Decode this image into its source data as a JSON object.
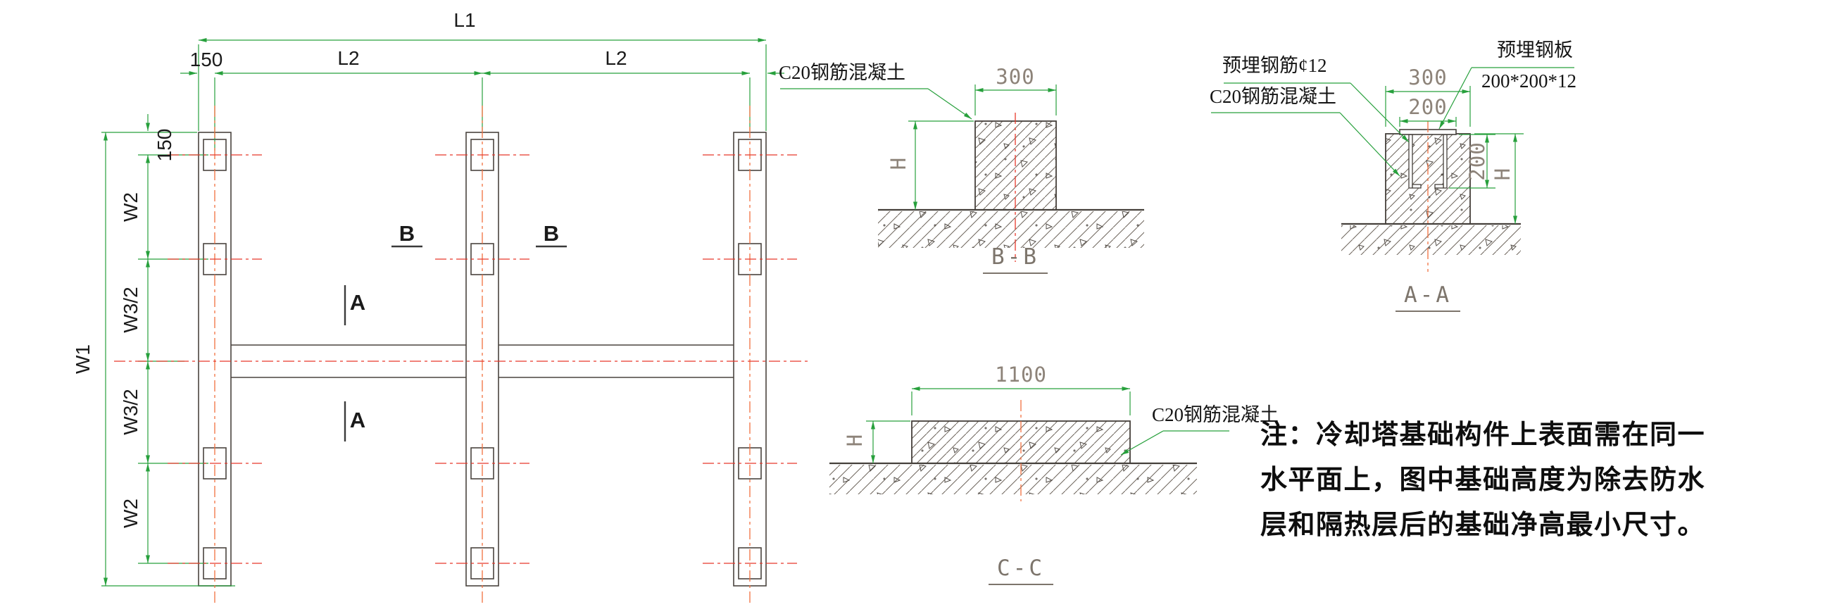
{
  "plan": {
    "dim_l1": "L1",
    "dim_150_top": "150",
    "dim_l2_left": "L2",
    "dim_l2_right": "L2",
    "dim_150_left": "150",
    "dim_w2_top": "W2",
    "dim_w32_top": "W3/2",
    "dim_w32_bottom": "W3/2",
    "dim_w2_bottom": "W2",
    "dim_w1": "W1",
    "mark_b_left": "B",
    "mark_b_right": "B",
    "mark_a_top": "A",
    "mark_a_bottom": "A"
  },
  "section_bb": {
    "title": "B-B",
    "dim_width": "300",
    "dim_height": "H",
    "label_concrete": "C20钢筋混凝土"
  },
  "section_cc": {
    "title": "C-C",
    "dim_width": "1100",
    "dim_height": "H",
    "label_concrete": "C20钢筋混凝土"
  },
  "section_aa": {
    "title": "A-A",
    "dim_width": "300",
    "dim_plate_width": "200",
    "dim_embed_depth": "200",
    "dim_height": "H",
    "label_rebar": "预埋钢筋¢12",
    "label_concrete": "C20钢筋混凝土",
    "label_plate_line1": "预埋钢板",
    "label_plate_line2": "200*200*12"
  },
  "note": {
    "lines": [
      "注：冷却塔基础构件上表面需在同一",
      "水平面上，图中基础高度为除去防水",
      "层和隔热层后的基础净高最小尺寸。"
    ]
  },
  "colors": {
    "dimension_green": "#27a03c",
    "centerline_red": "#e8382b",
    "centerline_orange": "#f0703f",
    "drawing_line": "#4a443f",
    "dim_text_gray": "#8d8379",
    "text_black": "#141414"
  }
}
